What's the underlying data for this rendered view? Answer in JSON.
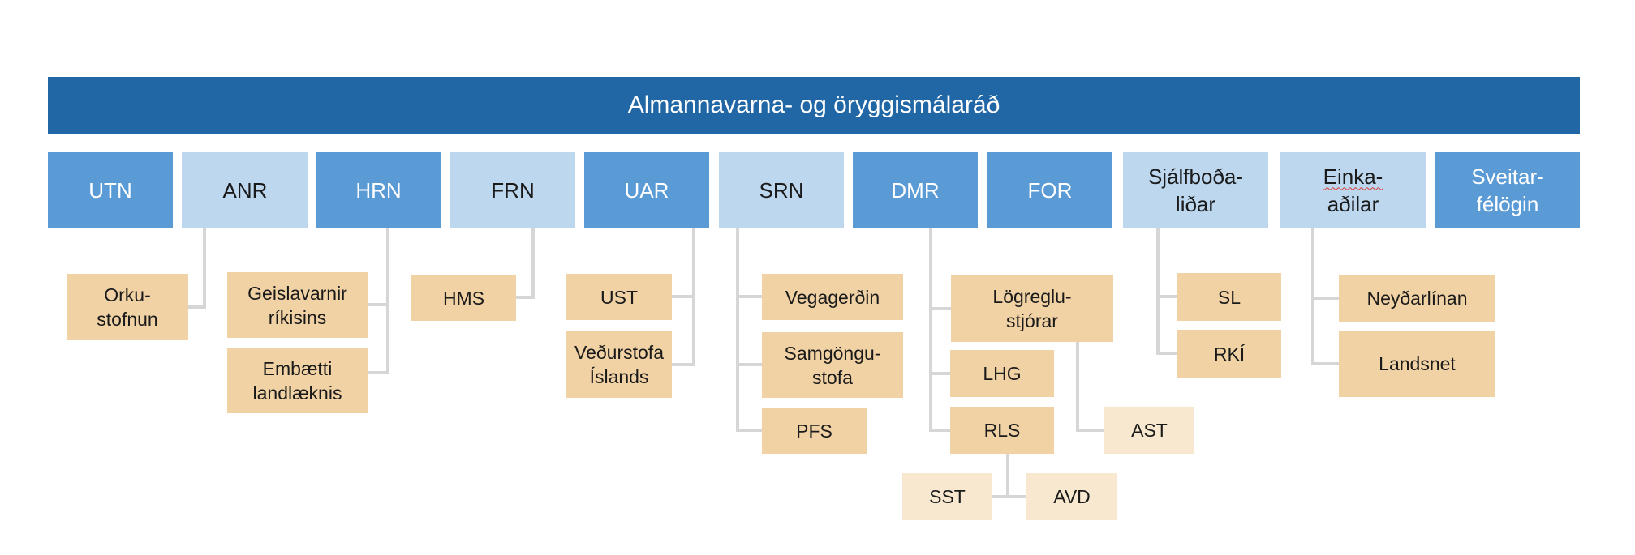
{
  "palette": {
    "banner_blue": "#2267A5",
    "ministry_blue": "#5B9BD5",
    "ministry_light_blue": "#BDD7EE",
    "agency_tan": "#F1D2A4",
    "agency_cream": "#F8E8D0",
    "connector_gray": "#D6D6D6",
    "spellcheck_red": "#D83B33",
    "text_dark": "#1A1A1A",
    "text_light": "#FFFFFF"
  },
  "banner": {
    "title": "Almannavarna- og öryggismálaráð"
  },
  "nodes": {
    "utn": "UTN",
    "anr": "ANR",
    "hrn": "HRN",
    "frn": "FRN",
    "uar": "UAR",
    "srn": "SRN",
    "dmr": "DMR",
    "for": "FOR",
    "sjalfbodalidar": "Sjálfboða-\nliðar",
    "einka_line1": "Einka-",
    "einka_line2": "aðilar",
    "sveitarfelogin": "Sveitar-\nfélögin",
    "orkustofnun": "Orku-\nstofnun",
    "geislavarnir": "Geislavarnir\nríkisins",
    "embaetti": "Embætti\nlandlæknis",
    "hms": "HMS",
    "ust": "UST",
    "vedurstofa": "Veðurstofa\nÍslands",
    "vegagerdin": "Vegagerðin",
    "samgongustofa": "Samgöngu-\nstofa",
    "pfs": "PFS",
    "logreglustjorar": "Lögreglu-\nstjórar",
    "lhg": "LHG",
    "rls": "RLS",
    "ast": "AST",
    "sst": "SST",
    "avd": "AVD",
    "sl": "SL",
    "rki": "RKÍ",
    "neydarlinan": "Neyðarlínan",
    "landsnet": "Landsnet"
  },
  "hierarchy": [
    {
      "parent": "Almannavarna- og öryggismálaráð",
      "children": [
        "UTN",
        "ANR",
        "HRN",
        "FRN",
        "UAR",
        "SRN",
        "DMR",
        "FOR",
        "Sjálfboðaliðar",
        "Einkaaðilar",
        "Sveitarfélögin"
      ]
    },
    {
      "parent": "ANR",
      "children": [
        "Orkustofnun"
      ]
    },
    {
      "parent": "HRN",
      "children": [
        "Geislavarnir ríkisins",
        "Embætti landlæknis"
      ]
    },
    {
      "parent": "FRN",
      "children": [
        "HMS"
      ]
    },
    {
      "parent": "UAR",
      "children": [
        "UST",
        "Veðurstofa Íslands"
      ]
    },
    {
      "parent": "SRN",
      "children": [
        "Vegagerðin",
        "Samgöngustofa",
        "PFS"
      ]
    },
    {
      "parent": "DMR",
      "children": [
        "Lögreglustjórar",
        "LHG",
        "RLS"
      ]
    },
    {
      "parent": "Lögreglustjórar",
      "children": [
        "AST"
      ]
    },
    {
      "parent": "RLS",
      "children": [
        "SST",
        "AVD"
      ]
    },
    {
      "parent": "Sjálfboðaliðar",
      "children": [
        "SL",
        "RKÍ"
      ]
    },
    {
      "parent": "Einkaaðilar",
      "children": [
        "Neyðarlínan",
        "Landsnet"
      ]
    }
  ]
}
